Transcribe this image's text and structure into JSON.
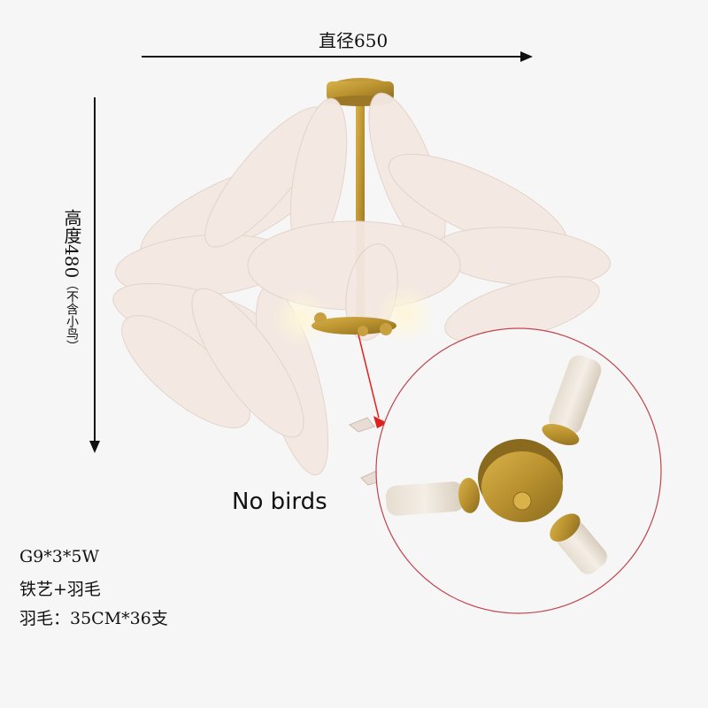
{
  "dimensions": {
    "diameter_label": "直径650",
    "height_label": "高度480",
    "height_note": "（不含小鸟）"
  },
  "callout": {
    "no_birds_label": "No birds"
  },
  "specs": [
    "G9*3*5W",
    "铁艺+羽毛",
    "羽毛：35CM*36支"
  ],
  "colors": {
    "background": "#f6f6f6",
    "brass": "#b8902e",
    "feather": "#f3e8e2",
    "callout_circle": "#c0454f",
    "pointer_arrow": "#e0201c"
  }
}
